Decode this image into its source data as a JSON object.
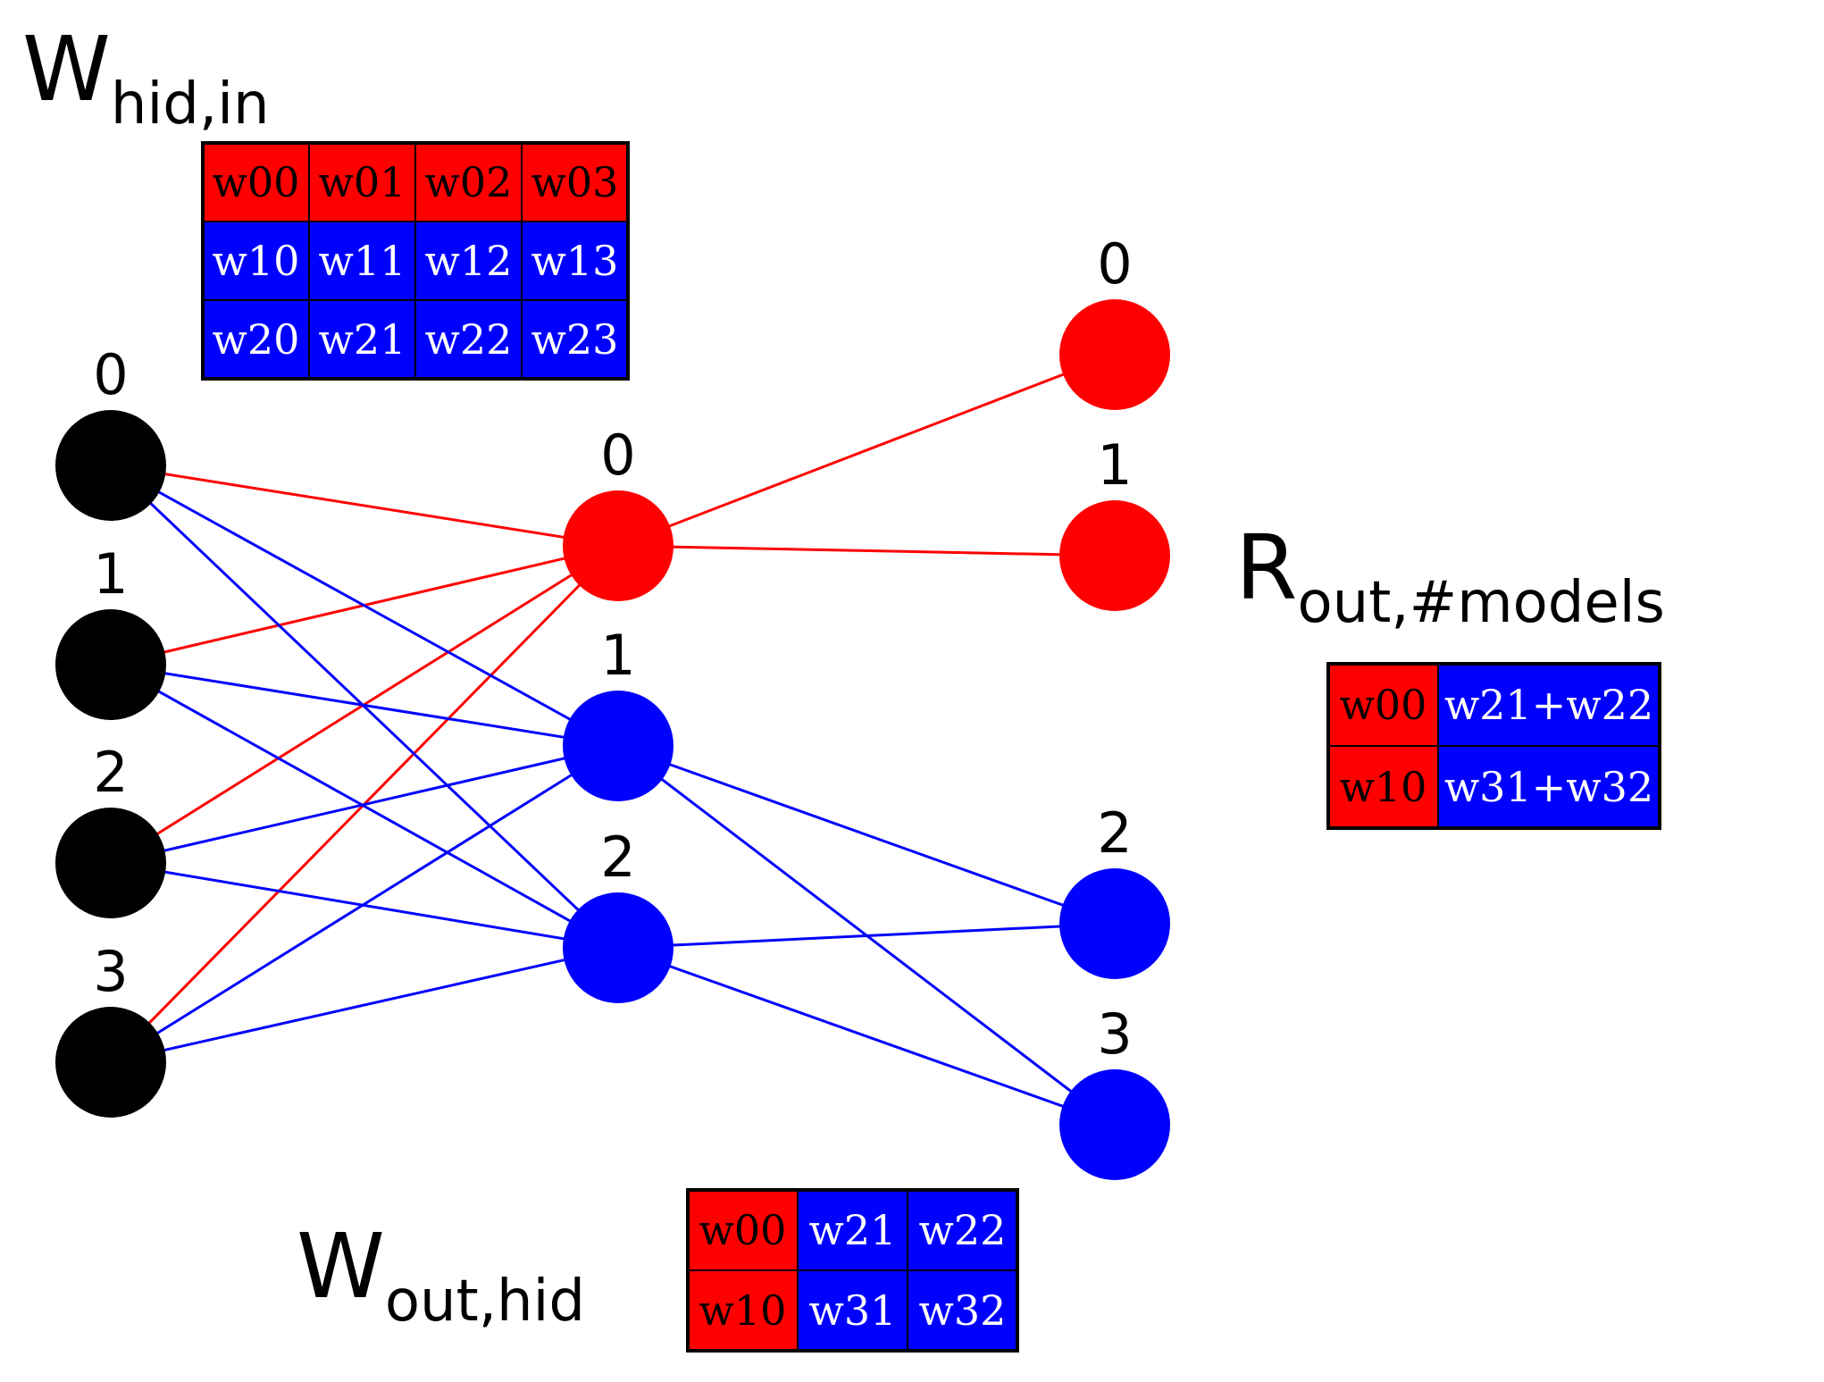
{
  "colors": {
    "red": "#ff0000",
    "blue": "#0000ff",
    "black": "#000000",
    "white": "#ffffff"
  },
  "input_layer": {
    "nodes": [
      {
        "label": "0",
        "color": "black"
      },
      {
        "label": "1",
        "color": "black"
      },
      {
        "label": "2",
        "color": "black"
      },
      {
        "label": "3",
        "color": "black"
      }
    ]
  },
  "hidden_layer": {
    "nodes": [
      {
        "label": "0",
        "color": "red"
      },
      {
        "label": "1",
        "color": "blue"
      },
      {
        "label": "2",
        "color": "blue"
      }
    ]
  },
  "output_layer": {
    "nodes": [
      {
        "label": "0",
        "color": "red"
      },
      {
        "label": "1",
        "color": "red"
      },
      {
        "label": "2",
        "color": "blue"
      },
      {
        "label": "3",
        "color": "blue"
      }
    ]
  },
  "edges_in_hid": [
    {
      "from": 0,
      "to": 0,
      "color": "red"
    },
    {
      "from": 1,
      "to": 0,
      "color": "red"
    },
    {
      "from": 2,
      "to": 0,
      "color": "red"
    },
    {
      "from": 3,
      "to": 0,
      "color": "red"
    },
    {
      "from": 0,
      "to": 1,
      "color": "blue"
    },
    {
      "from": 1,
      "to": 1,
      "color": "blue"
    },
    {
      "from": 2,
      "to": 1,
      "color": "blue"
    },
    {
      "from": 3,
      "to": 1,
      "color": "blue"
    },
    {
      "from": 0,
      "to": 2,
      "color": "blue"
    },
    {
      "from": 1,
      "to": 2,
      "color": "blue"
    },
    {
      "from": 2,
      "to": 2,
      "color": "blue"
    },
    {
      "from": 3,
      "to": 2,
      "color": "blue"
    }
  ],
  "edges_hid_out": [
    {
      "from": 0,
      "to": 0,
      "color": "red"
    },
    {
      "from": 0,
      "to": 1,
      "color": "red"
    },
    {
      "from": 1,
      "to": 2,
      "color": "blue"
    },
    {
      "from": 1,
      "to": 3,
      "color": "blue"
    },
    {
      "from": 2,
      "to": 2,
      "color": "blue"
    },
    {
      "from": 2,
      "to": 3,
      "color": "blue"
    }
  ],
  "matrices": {
    "w_hid_in": {
      "title_main": "W",
      "title_sub": "hid,in",
      "rows": [
        {
          "color": "red",
          "cells": [
            "w00",
            "w01",
            "w02",
            "w03"
          ]
        },
        {
          "color": "blue",
          "cells": [
            "w10",
            "w11",
            "w12",
            "w13"
          ]
        },
        {
          "color": "blue",
          "cells": [
            "w20",
            "w21",
            "w22",
            "w23"
          ]
        }
      ]
    },
    "r_out_models": {
      "title_main": "R",
      "title_sub": "out,#models",
      "rows": [
        {
          "cells": [
            {
              "text": "w00",
              "color": "red"
            },
            {
              "text": "w21+w22",
              "color": "blue"
            }
          ]
        },
        {
          "cells": [
            {
              "text": "w10",
              "color": "red"
            },
            {
              "text": "w31+w32",
              "color": "blue"
            }
          ]
        }
      ]
    },
    "w_out_hid": {
      "title_main": "W",
      "title_sub": "out,hid",
      "rows": [
        {
          "cells": [
            {
              "text": "w00",
              "color": "red"
            },
            {
              "text": "w21",
              "color": "blue"
            },
            {
              "text": "w22",
              "color": "blue"
            }
          ]
        },
        {
          "cells": [
            {
              "text": "w10",
              "color": "red"
            },
            {
              "text": "w31",
              "color": "blue"
            },
            {
              "text": "w32",
              "color": "blue"
            }
          ]
        }
      ]
    }
  }
}
